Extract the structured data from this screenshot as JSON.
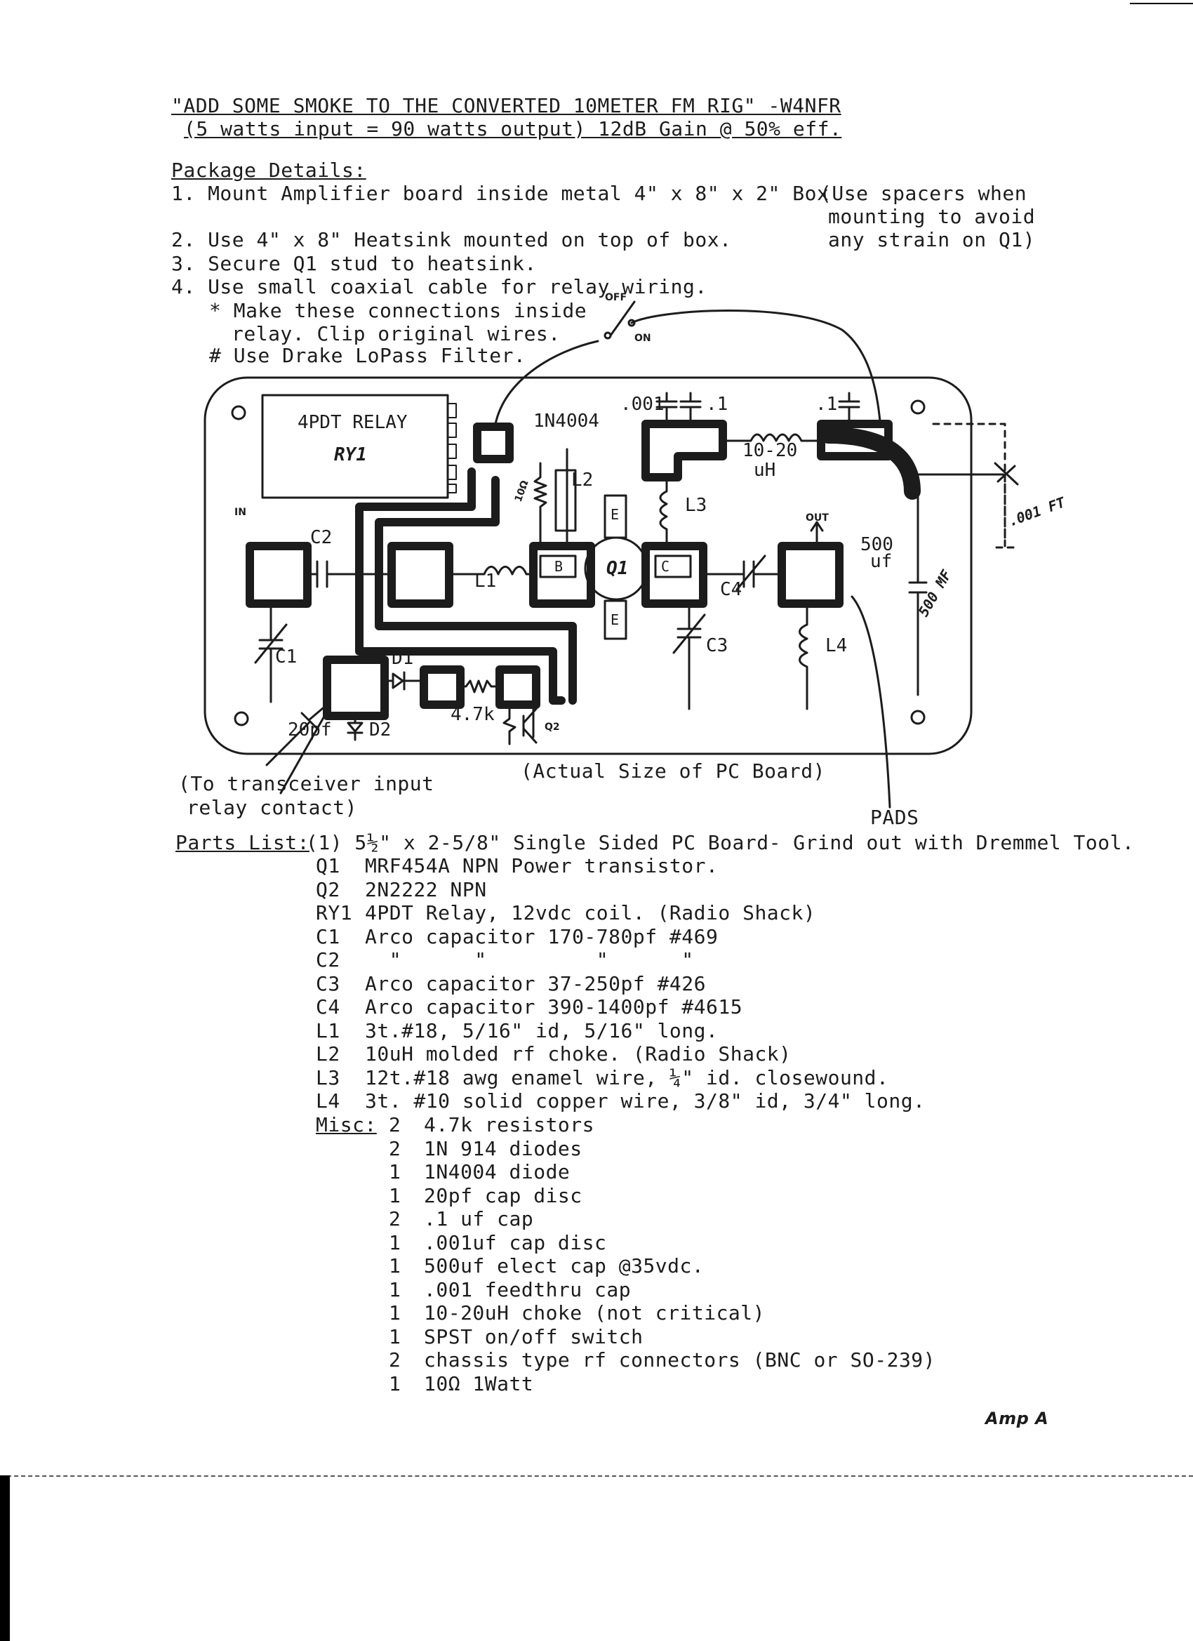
{
  "header": {
    "title": "\"ADD SOME SMOKE TO THE CONVERTED 10METER FM RIG\" -W4NFR",
    "subtitle": "(5 watts input = 90 watts output) 12dB Gain @ 50% eff."
  },
  "package": {
    "heading": "Package Details:",
    "item1": "1. Mount Amplifier board inside metal 4\" x 8\" x 2\" Box",
    "note_line1": "(Use spacers when",
    "note_line2": "mounting to avoid",
    "note_line3": "any strain on Q1)",
    "item2": "2. Use 4\" x 8\" Heatsink mounted on top of box.",
    "item3": "3. Secure Q1 stud to heatsink.",
    "item4": "4. Use small coaxial cable for relay wiring.",
    "star_line1": "* Make these connections inside",
    "star_line2": "relay. Clip original wires.",
    "hash_line": "# Use Drake LoPass Filter."
  },
  "diagram": {
    "relay_label": "4PDT RELAY",
    "relay_id": "RY1",
    "diode_1n4004": "1N4004",
    "cap_001": ".001",
    "cap_1a": ".1",
    "cap_1b": ".1",
    "choke_line1": "10-20",
    "choke_line2": "uH",
    "in_label": "IN",
    "out_label": "OUT",
    "off_label": "OFF",
    "on_label": "ON",
    "c2": "C2",
    "l1": "L1",
    "l2": "L2",
    "l3": "L3",
    "l4": "L4",
    "c1": "C1",
    "c3": "C3",
    "c4": "C4",
    "d1": "D1",
    "d2": "D2",
    "cap_20pf": "20pf",
    "res_47k": "4.7k",
    "q1": "Q1",
    "q2": "Q2",
    "base": "B",
    "collector": "C",
    "emitter": "E",
    "res_10": "10Ω",
    "cap_500uf_line1": "500",
    "cap_500uf_line2": "uf",
    "cap_500mf": "500 MF",
    "ft_label": ".001 FT",
    "board_caption": "(Actual Size of PC Board)",
    "transceiver_line1": "(To transceiver input",
    "transceiver_line2": "relay contact)",
    "pads_label": "PADS"
  },
  "parts": {
    "heading": "Parts List:",
    "pcb": "(1) 5½\" x 2-5/8\" Single Sided PC Board- Grind out with Dremmel Tool.",
    "items": [
      {
        "ref": "Q1",
        "desc": "MRF454A NPN Power transistor."
      },
      {
        "ref": "Q2",
        "desc": "2N2222 NPN"
      },
      {
        "ref": "RY1",
        "desc": "4PDT Relay, 12vdc coil. (Radio Shack)"
      },
      {
        "ref": "C1",
        "desc": "Arco capacitor 170-780pf #469"
      },
      {
        "ref": "C2",
        "desc": "  \"      \"         \"      \""
      },
      {
        "ref": "C3",
        "desc": "Arco capacitor 37-250pf #426"
      },
      {
        "ref": "C4",
        "desc": "Arco capacitor 390-1400pf #4615"
      },
      {
        "ref": "L1",
        "desc": "3t.#18, 5/16\" id, 5/16\" long."
      },
      {
        "ref": "L2",
        "desc": "10uH molded rf choke. (Radio Shack)"
      },
      {
        "ref": "L3",
        "desc": "12t.#18 awg enamel wire, ¼\" id. closewound."
      },
      {
        "ref": "L4",
        "desc": "3t. #10 solid copper wire, 3/8\" id, 3/4\" long."
      }
    ],
    "misc_heading": "Misc:",
    "misc": [
      {
        "qty": "2",
        "desc": "4.7k resistors"
      },
      {
        "qty": "2",
        "desc": "1N 914 diodes"
      },
      {
        "qty": "1",
        "desc": "1N4004 diode"
      },
      {
        "qty": "1",
        "desc": "20pf cap disc"
      },
      {
        "qty": "2",
        "desc": ".1 uf cap"
      },
      {
        "qty": "1",
        "desc": ".001uf cap disc"
      },
      {
        "qty": "1",
        "desc": "500uf elect cap @35vdc."
      },
      {
        "qty": "1",
        "desc": ".001 feedthru cap"
      },
      {
        "qty": "1",
        "desc": "10-20uH choke (not critical)"
      },
      {
        "qty": "1",
        "desc": "SPST on/off switch"
      },
      {
        "qty": "2",
        "desc": "chassis type rf connectors (BNC or SO-239)"
      },
      {
        "qty": "1",
        "desc": "10Ω 1Watt"
      }
    ]
  },
  "footer": {
    "tag": "Amp A"
  }
}
